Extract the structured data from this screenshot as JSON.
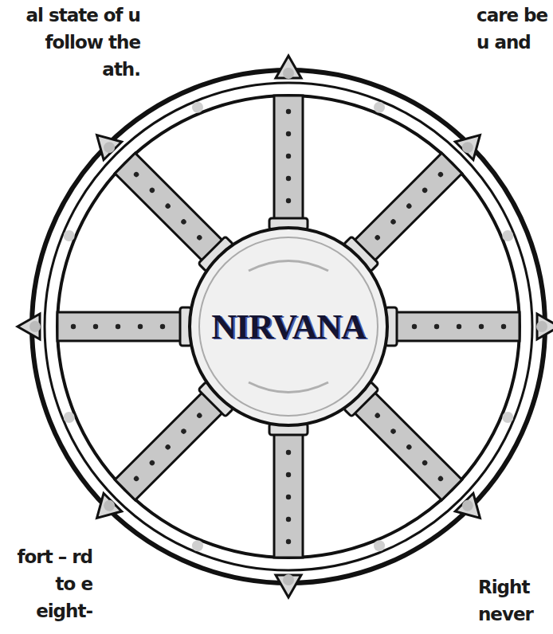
{
  "diagram": {
    "nodes": [
      {
        "text": [
          "NIRVANA"
        ]
      }
    ],
    "labels": [
      "al state of u follow the ath.",
      "care be u and",
      "fort – rd to e eight-",
      "Right never"
    ]
  }
}
